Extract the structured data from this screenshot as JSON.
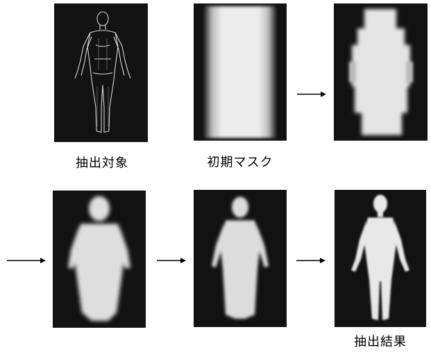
{
  "figure": {
    "captions": {
      "target": "抽出対象",
      "initial_mask": "初期マスク",
      "result": "抽出結果"
    },
    "colors": {
      "panel_background": "#141414",
      "silhouette": "#e6e6e6",
      "arrow": "#000000"
    }
  }
}
